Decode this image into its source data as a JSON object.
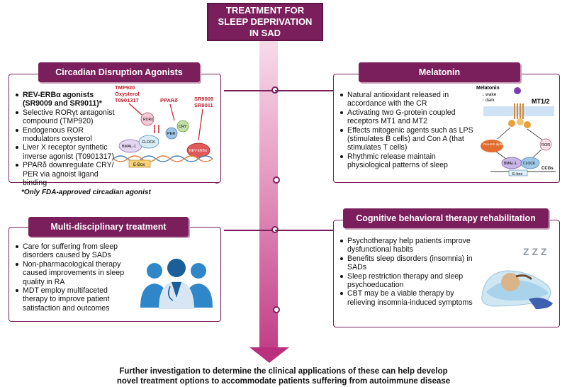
{
  "title": "TREATMENT FOR SLEEP DEPRIVATION IN SAD",
  "panels": {
    "circadian": {
      "title": "Circadian Disruption Agonists",
      "items": [
        "REV-ERBα agonists (SR9009 and SR9011)*",
        "Selective RORγt antagonist compound (TMP920)",
        "Endogenous ROR modulators oxysterol",
        "Liver X receptor synthetic inverse agonist (T0901317)",
        "PPARδ downregulate CRY/ PER via agnoist ligand binding"
      ],
      "note": "*Only FDA-approved circadian agonist",
      "figure": {
        "tmp": "TMP920",
        "oxy": "Oxysterol",
        "t09": "T0901317",
        "ppar": "PPARδ",
        "sr9009": "SR9009",
        "sr9011": "SR9011",
        "ror": "RORα",
        "bmal": "BMAL-1",
        "clock": "CLOCK",
        "per": "PER",
        "cry": "CRY",
        "reverb": "REV-ERBα",
        "ebox": "E-Box"
      }
    },
    "melatonin": {
      "title": "Melatonin",
      "items": [
        "Natural antioxidant released in accordance with the CR",
        "Activating two G-protein coupled receptors MT1 and MT2",
        "Effects mitogenic agents such as LPS (stimulates B cells) and Con A (that stimulates T cells)",
        "Rhythmic release maintain physiological patterns of sleep"
      ],
      "figure": {
        "melatonin": "Melatonin",
        "wake": "↓ wake",
        "dark": "↑ dark",
        "mt": "MT1/2",
        "revalpha": "Rev-Erb alpha",
        "ror": "ROR",
        "bmal": "BMAL-1",
        "clock": "CLOCK",
        "ebox": "E-box",
        "ccgs": "CCGs"
      }
    },
    "mdt": {
      "title": "Multi-disciplinary treatment",
      "items": [
        "Care for suffering from sleep disorders caused by SADs",
        "Non-pharmacological therapy caused  improvements in sleep quality in RA",
        "MDT employ multifaceted therapy to improve patient satisfaction and outcomes"
      ]
    },
    "cbt": {
      "title": "Cognitive behavioral therapy rehabilitation",
      "items": [
        "Psychotherapy help patients improve dysfunctional habits",
        "Benefits sleep disorders (insomnia) in SADs",
        "Sleep restriction therapy and sleep psychoeducation",
        "CBT may be a viable therapy by relieving insomnia-induced symptoms"
      ],
      "zzz": "Z Z Z"
    }
  },
  "footer": {
    "line1": "Further investigation to determine the clinical applications of these can help develop",
    "line2": "novel treatment options to accommodate patients suffering from autoimmune disease"
  },
  "colors": {
    "primary": "#7a1f5c",
    "arrow_top": "#f7dbe9",
    "arrow_bottom": "#c23d86",
    "red_label": "#c0202a"
  }
}
